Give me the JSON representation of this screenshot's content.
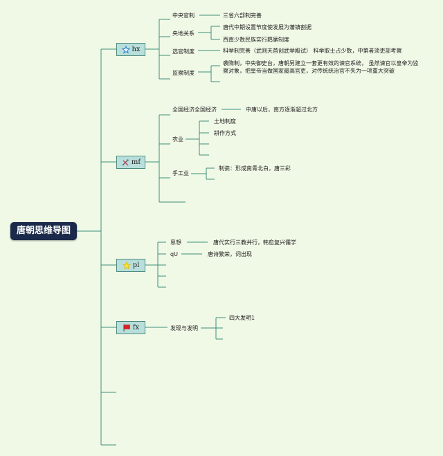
{
  "root": {
    "label": "唐朝思维导图"
  },
  "branches": {
    "hx": {
      "label": "hx",
      "icon": "star-icon",
      "items": [
        {
          "label": "中央官制",
          "details": [
            "三省六部制完善"
          ]
        },
        {
          "label": "央地关系",
          "details": [
            "唐代中期设置节度使发展为藩镇割据",
            "西南少数民族实行羁縻制度"
          ]
        },
        {
          "label": "选官制度",
          "details": [
            "科举制完善（武则天首创武举殿试） 科举取士占少数，中第者须吏部考察"
          ]
        },
        {
          "label": "监察制度",
          "details": [
            "袭隋制，中央御史台，唐朝另建立一套更有效的谏官系统， 虽然谏官以皇帝为监察对象，把皇帝当做国家最高官吏，对传统统治官不失为一项重大突破"
          ]
        }
      ]
    },
    "mf": {
      "label": "mf",
      "icon": "tools-icon",
      "items": [
        {
          "label": "全国经济全国经济",
          "details": [
            "中唐以后，南方逐渐超过北方"
          ]
        },
        {
          "label": "农业",
          "details": [
            "土地制度",
            "耕作方式"
          ]
        },
        {
          "label": "手工业",
          "details": [
            "制瓷：形成南青北白，唐三彩"
          ]
        }
      ]
    },
    "pl": {
      "label": "pl",
      "icon": "star-badge-icon",
      "items": [
        {
          "label": "思想",
          "details": [
            "唐代实行三教并行，韩愈复兴儒学"
          ]
        },
        {
          "label": "qU",
          "details": [
            "唐诗繁荣，词出现"
          ]
        }
      ]
    },
    "fx": {
      "label": "fx",
      "icon": "flag-icon",
      "items": [
        {
          "label": "发现与发明",
          "details": [
            "四大发明1"
          ]
        }
      ]
    }
  },
  "colors": {
    "background": "#f0f8e6",
    "root_fill": "#1b2a4a",
    "branch_fill": "#b9dfdc",
    "line": "#3d8f78"
  }
}
